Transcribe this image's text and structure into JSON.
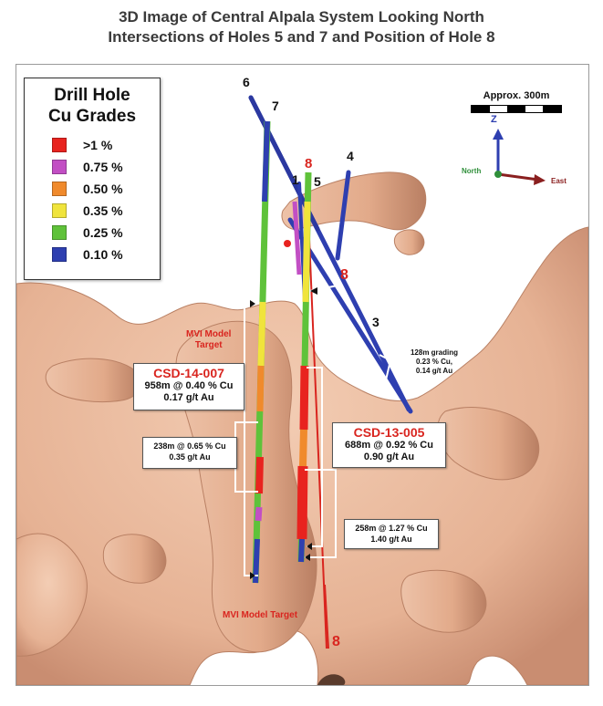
{
  "title_line1": "3D Image of Central Alpala System Looking North",
  "title_line2": "Intersections of Holes 5 and 7 and Position of Hole 8",
  "legend": {
    "title_line1": "Drill Hole",
    "title_line2": "Cu Grades",
    "items": [
      {
        "label": ">1 %",
        "color": "#e8231f"
      },
      {
        "label": "0.75 %",
        "color": "#c24fc4"
      },
      {
        "label": "0.50 %",
        "color": "#f08a2c"
      },
      {
        "label": "0.35 %",
        "color": "#f0e43c"
      },
      {
        "label": "0.25 %",
        "color": "#5fc23a"
      },
      {
        "label": "0.10 %",
        "color": "#2e3fb0"
      }
    ]
  },
  "scale": {
    "label": "Approx. 300m"
  },
  "axes": {
    "z": "Z",
    "north": "North",
    "east": "East"
  },
  "hole_labels": {
    "h6": "6",
    "h7": "7",
    "h1": "1",
    "h5": "5",
    "h4": "4",
    "h3": "3",
    "h8_top": "8",
    "h8_mid": "8",
    "h8_bottom": "8"
  },
  "targets": {
    "upper_line1": "MVI Model",
    "upper_line2": "Target",
    "lower": "MVI Model Target"
  },
  "callouts": {
    "csd14": {
      "hole": "CSD-14-007",
      "line1": "958m @  0.40 % Cu",
      "line2": "0.17 g/t Au"
    },
    "csd13": {
      "hole": "CSD-13-005",
      "line1": "688m @  0.92 % Cu",
      "line2": "0.90 g/t Au"
    },
    "int238": {
      "line1": "238m @  0.65 % Cu",
      "line2": "0.35 g/t Au"
    },
    "int258": {
      "line1": "258m @  1.27 % Cu",
      "line2": "1.40 g/t Au"
    },
    "int128": {
      "line1": "128m grading",
      "line2": "0.23 % Cu,",
      "line3": "0.14 g/t Au"
    }
  },
  "colors": {
    "rock": "#e9b79a",
    "rock_shadow": "#c98d71",
    "hole_blue": "#2e3fb0",
    "accent_red": "#d9251f"
  }
}
